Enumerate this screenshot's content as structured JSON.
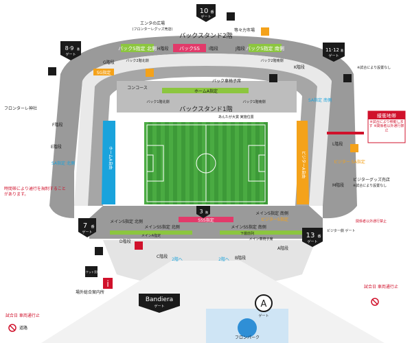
{
  "gates": {
    "g10": {
      "num": "10",
      "sub": "番",
      "label": "ゲート"
    },
    "g8_9": {
      "num": "8·9",
      "sub": "番",
      "label": "ゲート"
    },
    "g11_12": {
      "num": "11·12",
      "sub": "番",
      "label": "ゲート"
    },
    "g7": {
      "num": "7",
      "sub": "番",
      "label": "ゲート"
    },
    "g13": {
      "num": "13",
      "sub": "番",
      "label": "ゲート"
    },
    "g3": {
      "num": "3",
      "sub": "階"
    },
    "bandiera": {
      "name": "Bandiera",
      "label": "ゲート"
    },
    "gA": {
      "letter": "A",
      "label": "ゲート"
    }
  },
  "stands": {
    "back2": "バックスタンド2階",
    "back1": "バックスタンド1階",
    "main_s_north": "メインS指定 北側",
    "main_ss_north": "メインSS指定 北側",
    "sss": "SSS指定",
    "main_ss_south": "メインSS指定 南側",
    "main_s_south": "メインS指定 南側",
    "visitor_s": "ビジターS指定",
    "barrier_free": "下層前列",
    "back_s_north": "バックS指定 北側",
    "back_ss": "バックSS",
    "back_s_south": "バックS指定 南側",
    "sg": "SG指定",
    "sa_south": "SA指定 南側",
    "sa_north": "SA指定 北側",
    "home_a": "ホームA自由",
    "home_a_reserved": "ホームA指定",
    "visitor_a": "ビジターA自由",
    "visitor_sa": "ビジター SA指定",
    "main_a": "メインA指定",
    "wheelchair": "バック車椅子席",
    "main_wheel": "メイン車椅子席"
  },
  "blocks": [
    "G階段",
    "H階段",
    "I階段",
    "J階段",
    "K階段",
    "L階段",
    "M階段",
    "E階段",
    "F階段",
    "D階段",
    "C階段",
    "B階段",
    "A階段"
  ],
  "labels": {
    "enta": "エンタの広場",
    "enta_sub": "(フロンターレグッズ売店)",
    "todoroki": "等々力市場",
    "frontale_shrine": "フロンターレ神社",
    "buffer_title": "緩衝地帯",
    "buffer_note": "※試合により移動します ※関係者以外通行禁止",
    "visitor_goods": "ビジターグッズ売店",
    "visitor_goods_note": "※試合により設置なし",
    "no_install": "※試合により設置なし",
    "restrict_note": "時間帯により通行を規制することがあります。",
    "staff_only": "関係者以外通行禁止",
    "visitor_side": "ビジター側 ゲート",
    "ticket": "チケット売場",
    "info": "場外総合案内所",
    "matchday_left": "試合日 車両通行止",
    "matchday_right": "試合日 車両通行止",
    "road": "道路",
    "frontpark": "フロンパーク",
    "concourse": "コンコース",
    "to2f_left": "2階へ",
    "to2f_right": "2階へ",
    "camera": "あんたが大賞 実施位置",
    "back2_north_side": "バック2階北側",
    "back2_south_side": "バック2階南側",
    "back1_north_side": "バック1階北側",
    "back1_south_side": "バック1階南側"
  },
  "colors": {
    "stand_gray": "#9a9a9a",
    "stand_dark": "#7c7c7c",
    "field_green": "#3f9a3a",
    "home_blue": "#1aa3dc",
    "visitor_orange": "#f4a21a",
    "sss_red": "#e23a6a",
    "alert_red": "#d0112b",
    "lime": "#8cc63f",
    "icon_dark": "#222222"
  }
}
